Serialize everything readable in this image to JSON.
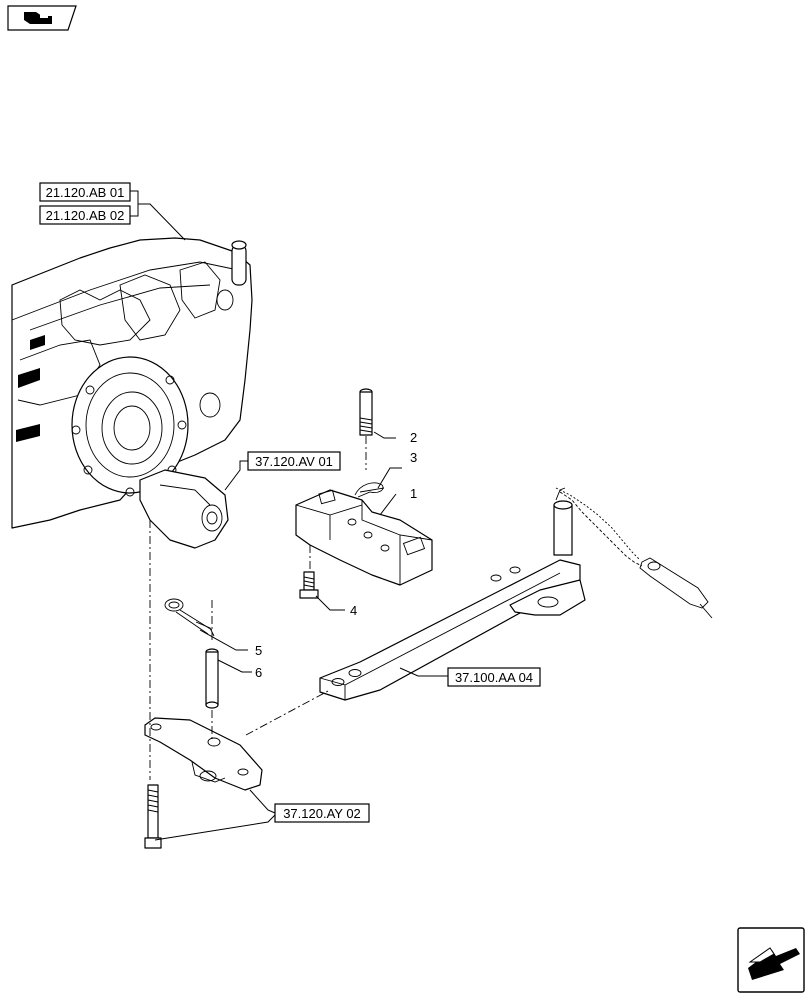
{
  "nav_icons": {
    "top_left": "book-page-icon",
    "bottom_right": "next-page-arrow-icon"
  },
  "references": {
    "ref_21_120_ab_01": "21.120.AB 01",
    "ref_21_120_ab_02": "21.120.AB 02",
    "ref_37_120_av_01": "37.120.AV 01",
    "ref_37_100_aa_04": "37.100.AA 04",
    "ref_37_120_ay_02": "37.120.AY 02"
  },
  "callouts": {
    "c1": "1",
    "c2": "2",
    "c3": "3",
    "c4": "4",
    "c5": "5",
    "c6": "6"
  },
  "colors": {
    "line": "#000000",
    "background": "#ffffff"
  }
}
